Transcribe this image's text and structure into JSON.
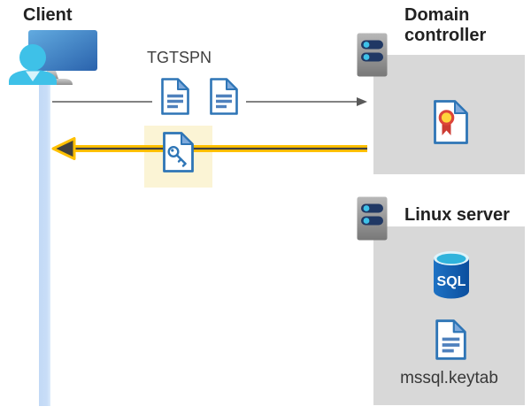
{
  "client": {
    "label": "Client"
  },
  "flow": {
    "tgt_label": "TGT",
    "spn_label": "SPN"
  },
  "domain_controller": {
    "label": "Domain controller"
  },
  "linux_server": {
    "label": "Linux server",
    "sql_label": "SQL",
    "keytab_label": "mssql.keytab"
  },
  "colors": {
    "request_arrow_gray": "#595959",
    "response_arrow_yellow": "#ffc000",
    "response_arrow_core": "#404040",
    "ticket_highlight_yellow": "#fbf4d5",
    "box_gray": "#d8d8d8",
    "icon_outline_blue": "#2e75b6",
    "doc_line_blue": "#4f81bd",
    "doc_fold_blue": "#7faadc",
    "timeline_blue": "#c4dbf6",
    "person_cyan": "#3ec1e8",
    "server_slot_navy": "#203864",
    "sql_body_blue": "#1e72c4",
    "certificate_seal_yellow": "#ffd43b",
    "certificate_seal_red": "#dd4439"
  },
  "icons": [
    "client-workstation-icon",
    "user-icon",
    "server-icon",
    "tgt-document-icon",
    "spn-document-icon",
    "key-ticket-icon",
    "certificate-icon",
    "sql-database-icon",
    "keytab-document-icon",
    "request-arrow-icon",
    "response-arrow-icon"
  ]
}
